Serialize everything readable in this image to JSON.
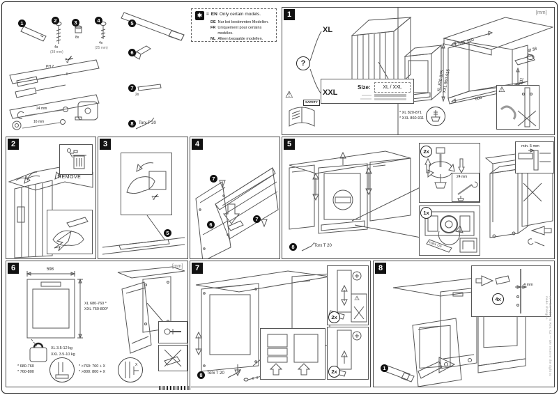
{
  "icons": {
    "warning": "⚠",
    "scissors": "✂",
    "star": "✱"
  },
  "parts": {
    "items": [
      {
        "num": "1"
      },
      {
        "num": "2",
        "qty": "4x",
        "size": "(38 mm)"
      },
      {
        "num": "3",
        "qty": "8x"
      },
      {
        "num": "4",
        "qty": "4x",
        "size": "(25 mm)"
      },
      {
        "num": "5"
      },
      {
        "num": "6"
      },
      {
        "num": "7",
        "qty": "2x"
      },
      {
        "num": "8",
        "qty": "Torx T 20"
      }
    ],
    "tools": {
      "phillips": "PH 2",
      "wrench_big": "24 mm",
      "wrench_small": "16 mm"
    }
  },
  "note": {
    "eq": "=",
    "lines": [
      {
        "lang": "EN",
        "text": "Only certain models."
      },
      {
        "lang": "DE",
        "text": "Nur bei bestimmten Modellen."
      },
      {
        "lang": "FR",
        "text": "Uniquement pour certains modèles."
      },
      {
        "lang": "NL",
        "text": "Alleen bepaalde modellen."
      }
    ]
  },
  "step1": {
    "num": "1",
    "question_mark": "?",
    "xl": "XL",
    "xxl": "XXL",
    "size_label": "Size:",
    "size_value": "XL / XXL",
    "safety": "SAFETY",
    "units": "[mm]",
    "niche_height_xl": "XL 820-875",
    "niche_height_xxl": "XXL 860-915",
    "niche_depth": "min. 550",
    "niche_width": "600",
    "hole_offset": "131",
    "hole_dia": "Ø 38",
    "foot_note_xl": "* XL 820-871",
    "foot_note_xxl": "* XXL 860-911"
  },
  "step2": {
    "num": "2",
    "remove": "REMOVE"
  },
  "step3": {
    "num": "3",
    "part": "5"
  },
  "step4": {
    "num": "4",
    "part6": "6",
    "part7": "7"
  },
  "step5": {
    "num": "5",
    "qty_front": "2x",
    "qty_rear": "1x",
    "wrench": "24 mm",
    "torx_dial": "TORX T20",
    "min_gap": "min. 5 mm",
    "tool_num": "8",
    "tool": "Torx T 20"
  },
  "step6": {
    "num": "6",
    "units": "[mm]",
    "width": "598",
    "panel_height_xl": "XL 680-760 *",
    "panel_height_xxl": "XXL 760-800*",
    "kg": "kg",
    "weight_xl": "XL 3.5-12 kg",
    "weight_xxl": "XXL 3.5-10 kg",
    "note1a": "* 680-760",
    "note1b": "* 760-800",
    "note2a": "* >760: 760 + X",
    "note2b": "* >800: 800 + X",
    "x_label": "X"
  },
  "step7": {
    "num": "7",
    "qty_top": "2x",
    "qty_bottom": "2x",
    "tool_num": "8",
    "tool": "Torx T 20"
  },
  "step8": {
    "num": "8",
    "qty": "4x",
    "gap": "4 mm",
    "part": "1"
  },
  "footer": {
    "barcode_text": "740875",
    "side_note": "Art. No. 740875 Rev. 03 — We reserve the right to make changes."
  }
}
